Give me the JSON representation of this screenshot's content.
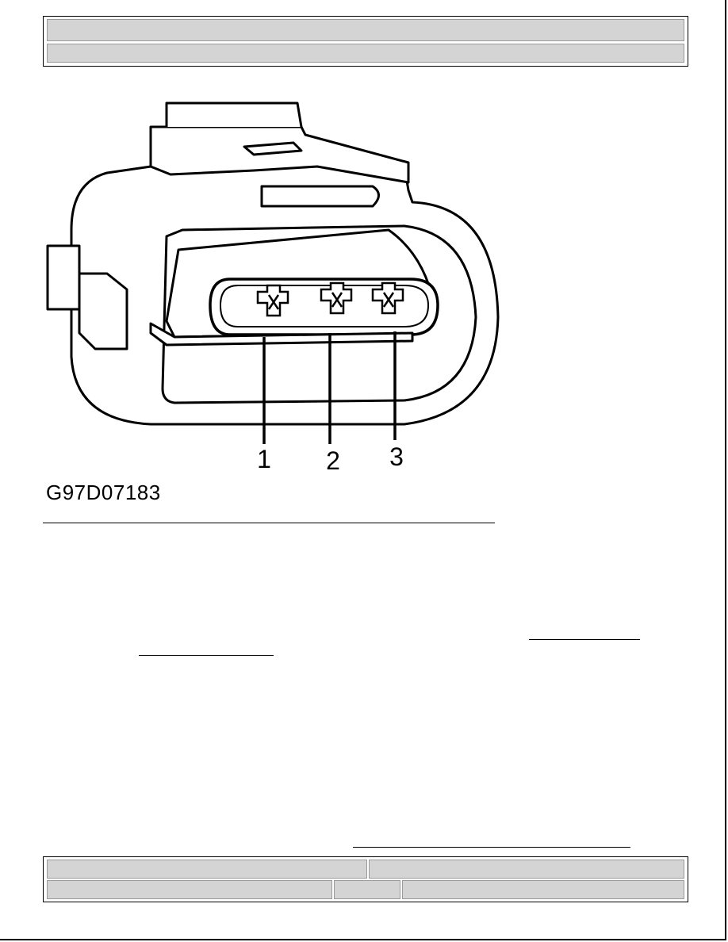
{
  "header": {
    "row1": "",
    "row2": ""
  },
  "figure": {
    "id": "G97D07183",
    "pins": [
      "1",
      "2",
      "3"
    ]
  },
  "body": {
    "link1": "",
    "link2": "",
    "link3": ""
  },
  "footer": {
    "left_top": "",
    "right_top": "",
    "left_bottom": "",
    "mid_bottom": "",
    "right_bottom": ""
  }
}
